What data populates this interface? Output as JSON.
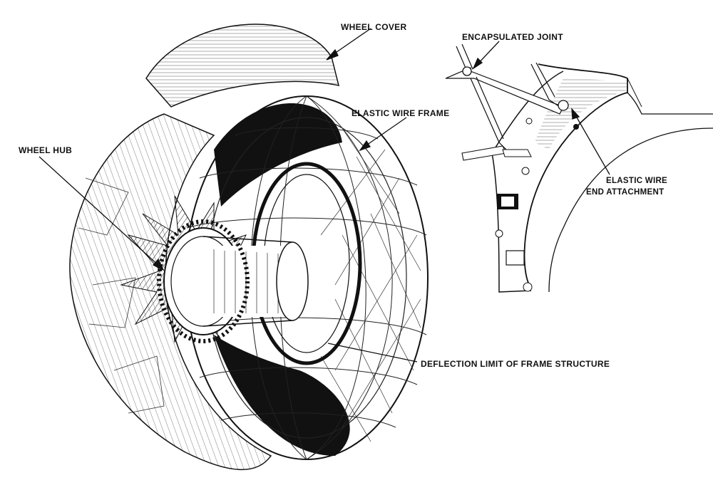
{
  "labels": {
    "wheel_cover": "WHEEL COVER",
    "encapsulated_joint": "ENCAPSULATED JOINT",
    "elastic_wire_frame": "ELASTIC WIRE FRAME",
    "wheel_hub": "WHEEL HUB",
    "elastic_wire_end_attachment_line1": "ELASTIC WIRE",
    "elastic_wire_end_attachment_line2": "END ATTACHMENT",
    "deflection_limit": "DEFLECTION LIMIT OF FRAME STRUCTURE"
  },
  "colors": {
    "ink": "#111111",
    "paper": "#ffffff"
  }
}
